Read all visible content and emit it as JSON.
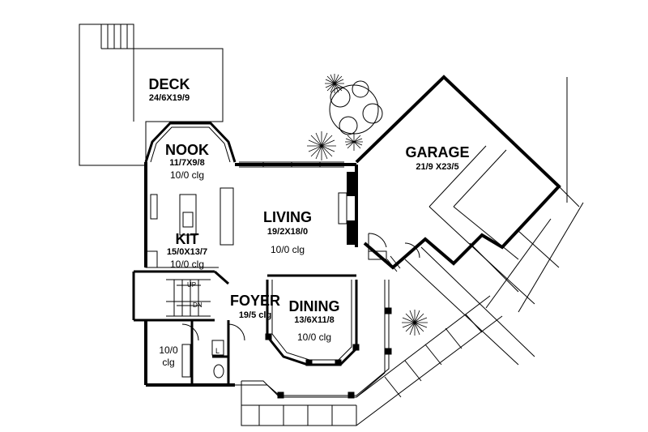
{
  "rooms": {
    "deck": {
      "name": "DECK",
      "dims": "24/6X19/9"
    },
    "nook": {
      "name": "NOOK",
      "dims": "11/7X9/8",
      "ceiling": "10/0 clg"
    },
    "kit": {
      "name": "KIT",
      "dims": "15/0X13/7",
      "ceiling": "10/0 clg"
    },
    "living": {
      "name": "LIVING",
      "dims": "19/2X18/0",
      "ceiling": "10/0 clg"
    },
    "foyer": {
      "name": "FOYER",
      "dims": "19/5 clg"
    },
    "dining": {
      "name": "DINING",
      "dims": "13/6X11/8",
      "ceiling": "10/0 clg"
    },
    "garage": {
      "name": "GARAGE",
      "dims": "21/9 X23/5"
    },
    "den": {
      "line1": "10/0",
      "line2": "clg"
    }
  },
  "stairs": {
    "up": "UP",
    "down": "DN"
  },
  "laundry": "L"
}
